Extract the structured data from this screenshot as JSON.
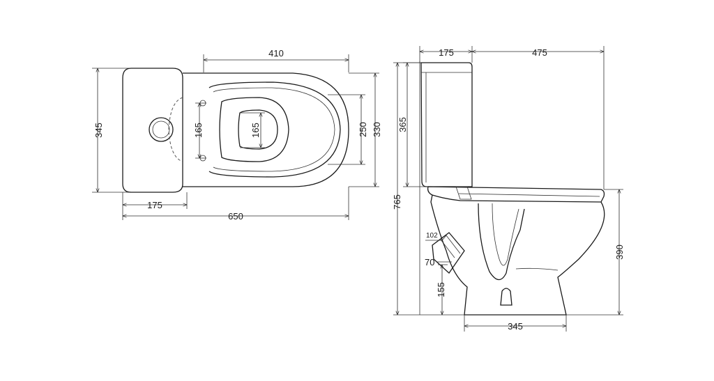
{
  "top_view": {
    "overall_length": "650",
    "bowl_length": "410",
    "tank_depth": "175",
    "overall_width": "345",
    "seat_hole_spacing": "165",
    "bowl_inner_width": "165",
    "seat_width": "250",
    "bowl_width": "330"
  },
  "side_view": {
    "tank_depth": "175",
    "bowl_projection": "475",
    "tank_height": "365",
    "overall_height": "765",
    "seat_height": "390",
    "base_length": "345",
    "outlet_diameter": "102",
    "outlet_inner": "70",
    "outlet_height": "155"
  }
}
